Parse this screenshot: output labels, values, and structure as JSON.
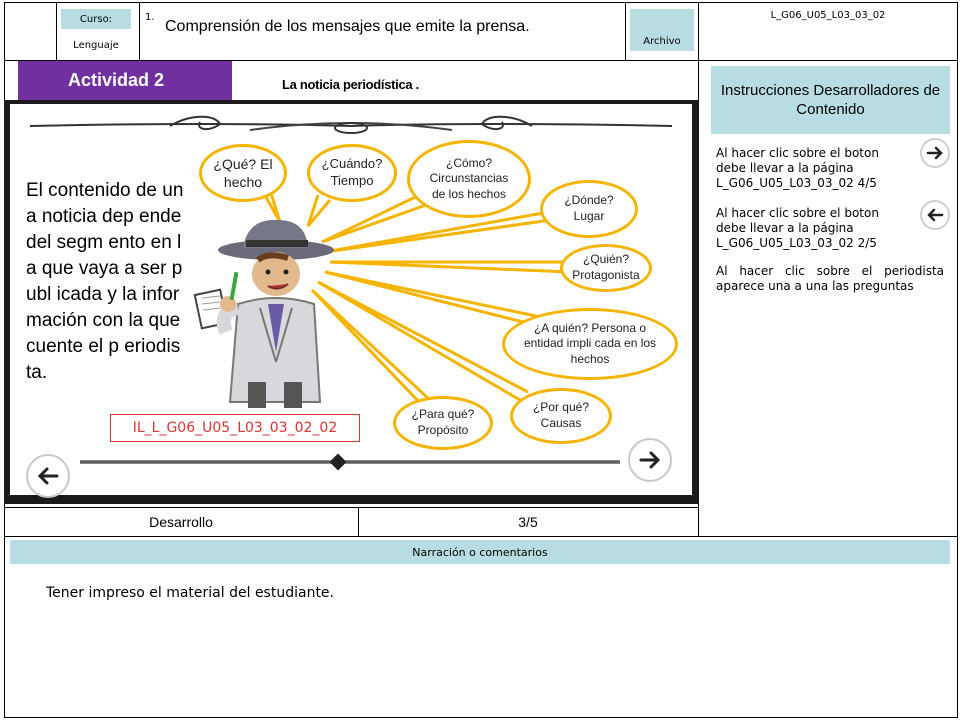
{
  "header": {
    "curso_label": "Curso:",
    "curso_value": "Lenguaje",
    "number": "1.",
    "title": "Comprensión de los mensajes que emite la prensa.",
    "archivo_label": "Archivo",
    "code": "L_G06_U05_L03_03_02"
  },
  "activity": {
    "label": "Actividad 2",
    "subtitle": "La noticia periodística ."
  },
  "slide": {
    "body_text": "El contenido de una noticia dep ende del segm ento en la que vaya a ser publ icada y la infor mación con la que cuente el p eriodista.",
    "image_id": "IL_L_G06_U05_L03_03_02_02",
    "bubbles": {
      "que": "¿Qué? El hecho",
      "cuando": "¿Cuándo? Tiempo",
      "como": "¿Cómo? Circunstancias de los hechos",
      "donde": "¿Dónde? Lugar",
      "quien": "¿Quién? Protagonista",
      "aquien": "¿A quién? Persona o entidad impli cada en los hechos",
      "porque": "¿Por qué? Causas",
      "paraque": "¿Para qué? Propósito"
    },
    "colors": {
      "bubble_border": "#f5b400",
      "frame": "#000000",
      "activity_bg": "#7030a0"
    },
    "icons": {
      "prev": "arrow-left-icon",
      "next": "arrow-right-icon",
      "character": "journalist-illustration"
    }
  },
  "status": {
    "section": "Desarrollo",
    "page": "3/5"
  },
  "instructions": {
    "title": "Instrucciones Desarrolladores de Contenido",
    "items": [
      "Al hacer clic sobre el boton debe llevar a la página L_G06_U05_L03_03_02 4/5",
      "Al hacer clic sobre el boton debe llevar a la página L_G06_U05_L03_03_02 2/5",
      "Al hacer clic sobre el periodista aparece una a una las preguntas"
    ]
  },
  "narration": {
    "header": "Narración o comentarios",
    "text": "Tener impreso el material del estudiante."
  }
}
